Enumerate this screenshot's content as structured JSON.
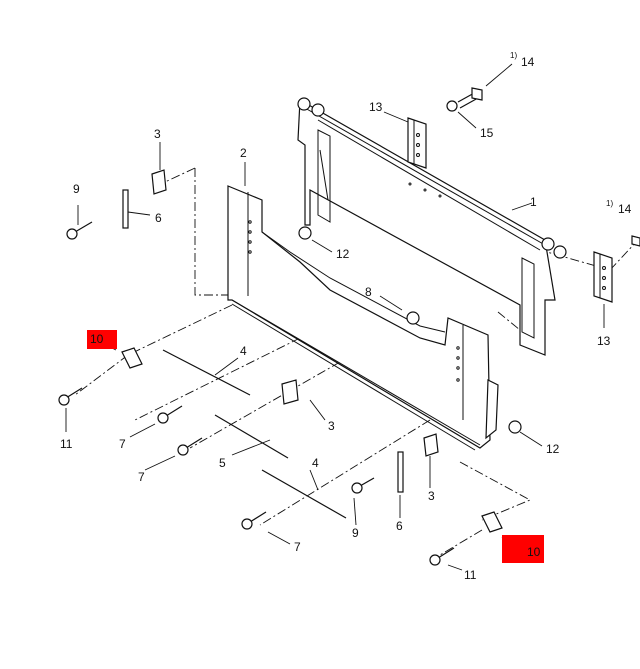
{
  "callouts": [
    {
      "id": "c1",
      "text": "1"
    },
    {
      "id": "c2",
      "text": "2"
    },
    {
      "id": "c3a",
      "text": "3"
    },
    {
      "id": "c3b",
      "text": "3"
    },
    {
      "id": "c3c",
      "text": "3"
    },
    {
      "id": "c4a",
      "text": "4"
    },
    {
      "id": "c4b",
      "text": "4"
    },
    {
      "id": "c5",
      "text": "5"
    },
    {
      "id": "c6a",
      "text": "6"
    },
    {
      "id": "c6b",
      "text": "6"
    },
    {
      "id": "c7a",
      "text": "7"
    },
    {
      "id": "c7b",
      "text": "7"
    },
    {
      "id": "c7c",
      "text": "7"
    },
    {
      "id": "c8",
      "text": "8"
    },
    {
      "id": "c9a",
      "text": "9"
    },
    {
      "id": "c9b",
      "text": "9"
    },
    {
      "id": "c10a",
      "text": "10"
    },
    {
      "id": "c10b",
      "text": "10"
    },
    {
      "id": "c11a",
      "text": "11"
    },
    {
      "id": "c11b",
      "text": "11"
    },
    {
      "id": "c12a",
      "text": "12"
    },
    {
      "id": "c12b",
      "text": "12"
    },
    {
      "id": "c13a",
      "text": "13"
    },
    {
      "id": "c13b",
      "text": "13"
    },
    {
      "id": "c14a",
      "text": "14"
    },
    {
      "id": "c14b",
      "text": "14"
    },
    {
      "id": "c15",
      "text": "15"
    }
  ],
  "footnote_mark": "1)",
  "highlight_color": "#ff0000"
}
